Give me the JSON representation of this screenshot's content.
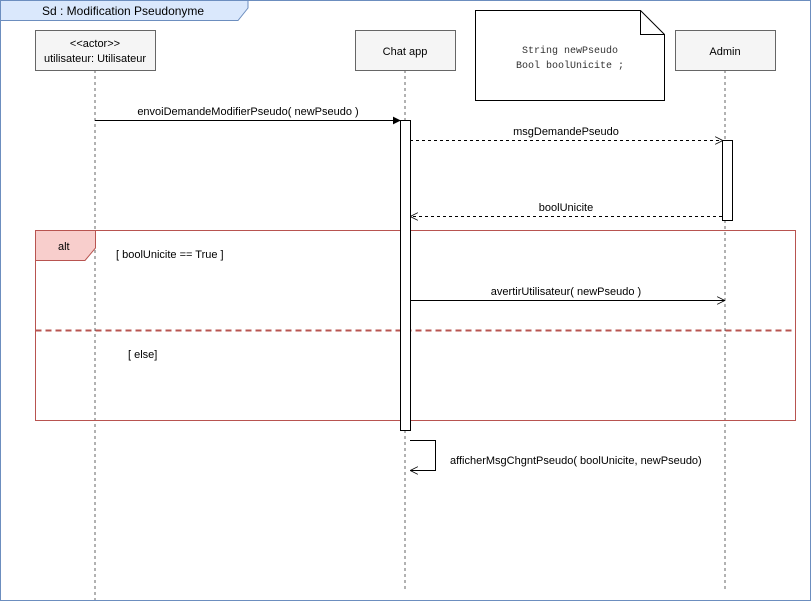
{
  "frame": {
    "title": "Sd :  Modification Pseudonyme"
  },
  "participants": {
    "user": {
      "stereotype": "<<actor>>",
      "name": "utilisateur: Utilisateur"
    },
    "chat": {
      "name": "Chat app"
    },
    "admin": {
      "name": "Admin"
    }
  },
  "note": {
    "lines": [
      "String newPseudo",
      "Bool boolUnicite ;"
    ]
  },
  "messages": {
    "m1": "envoiDemandeModifierPseudo( newPseudo )",
    "m2": "msgDemandePseudo",
    "m3": "boolUnicite",
    "m4": "avertirUtilisateur( newPseudo )",
    "m5": "afficherMsgChgntPseudo( boolUnicite, newPseudo)"
  },
  "alt": {
    "label": "alt",
    "guard_true": "[ boolUnicite == True ]",
    "guard_else": "[ else]"
  },
  "colors": {
    "frame_border": "#6c8ebf",
    "frame_fill": "#dae8fc",
    "alt_border": "#b85450",
    "alt_fill": "#f8cecc",
    "participant_fill": "#f5f5f5",
    "participant_border": "#666666"
  }
}
